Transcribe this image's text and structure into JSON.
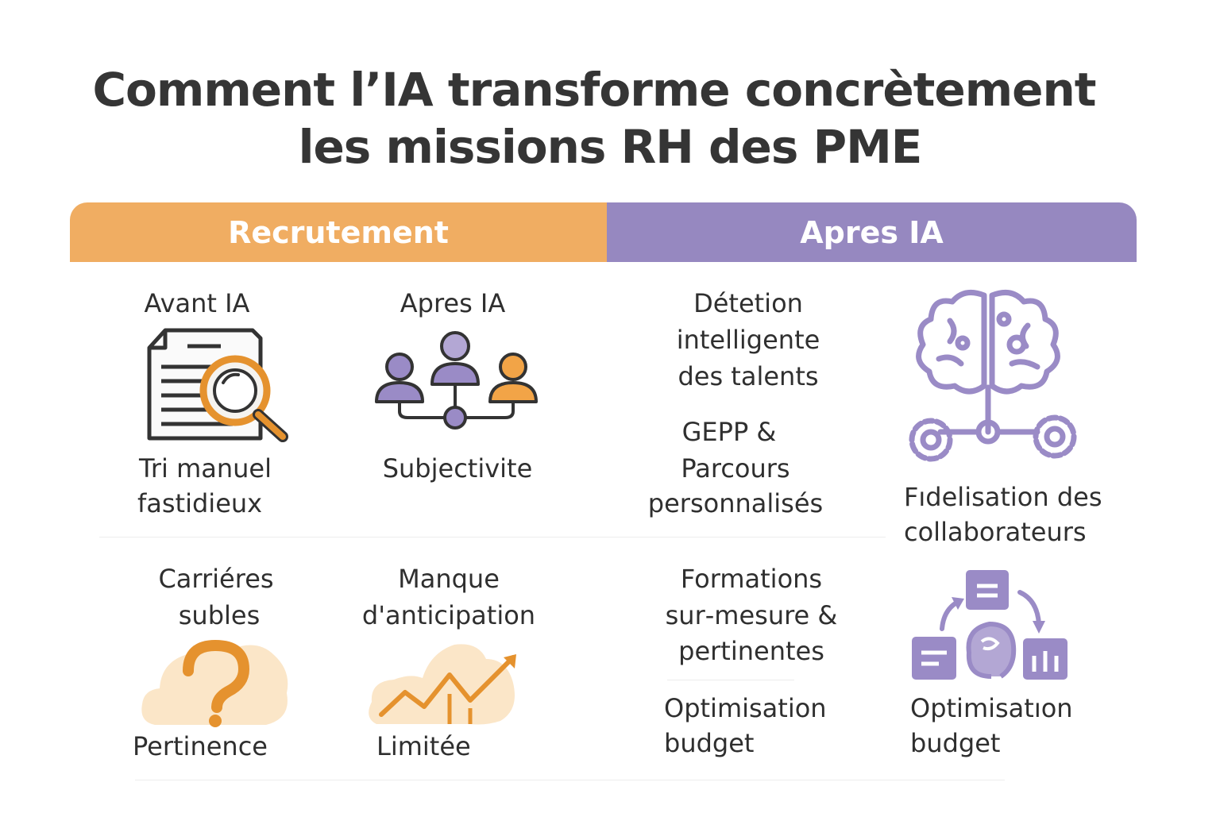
{
  "title": {
    "line1": "Comment l’IA transforme concrètement",
    "line2": "les missions RH des PME"
  },
  "header": {
    "left_label": "Recrutement",
    "right_label": "Apres IA"
  },
  "row1": {
    "before_ia_label": "Avant IA",
    "after_ia_label": "Apres IA",
    "tri_manuel": [
      "Tri manuel",
      "fastidieux"
    ],
    "subjectivite": "Subjectivite",
    "detection": [
      "Détetion",
      "intelligente",
      "des talents"
    ],
    "gepp": [
      "GEPP &",
      "Parcours",
      "personnalisés"
    ],
    "fidelisation": [
      "Fıdelisation des",
      "collaborateurs"
    ]
  },
  "row2": {
    "carrieres": [
      "Carriéres",
      "subles"
    ],
    "manque": [
      "Manque",
      "d'anticipation"
    ],
    "pertinence": "Pertinence",
    "limitee": "Limitée",
    "formations": [
      "Formations",
      "sur‑mesure &",
      "pertinentes"
    ],
    "optim1": [
      "Optimisation",
      "budget"
    ],
    "optim2": [
      "Optimisatıon",
      "budget"
    ]
  },
  "colors": {
    "orange": "#f0ad62",
    "purple": "#9688c0",
    "dark": "#353535"
  },
  "icons": {
    "document_search": "document-search-icon",
    "people_network": "people-network-icon",
    "brain_gears": "brain-gears-icon",
    "question_mark": "question-mark-icon",
    "growth_chart": "growth-chart-icon",
    "budget_cycle": "budget-cycle-icon"
  }
}
